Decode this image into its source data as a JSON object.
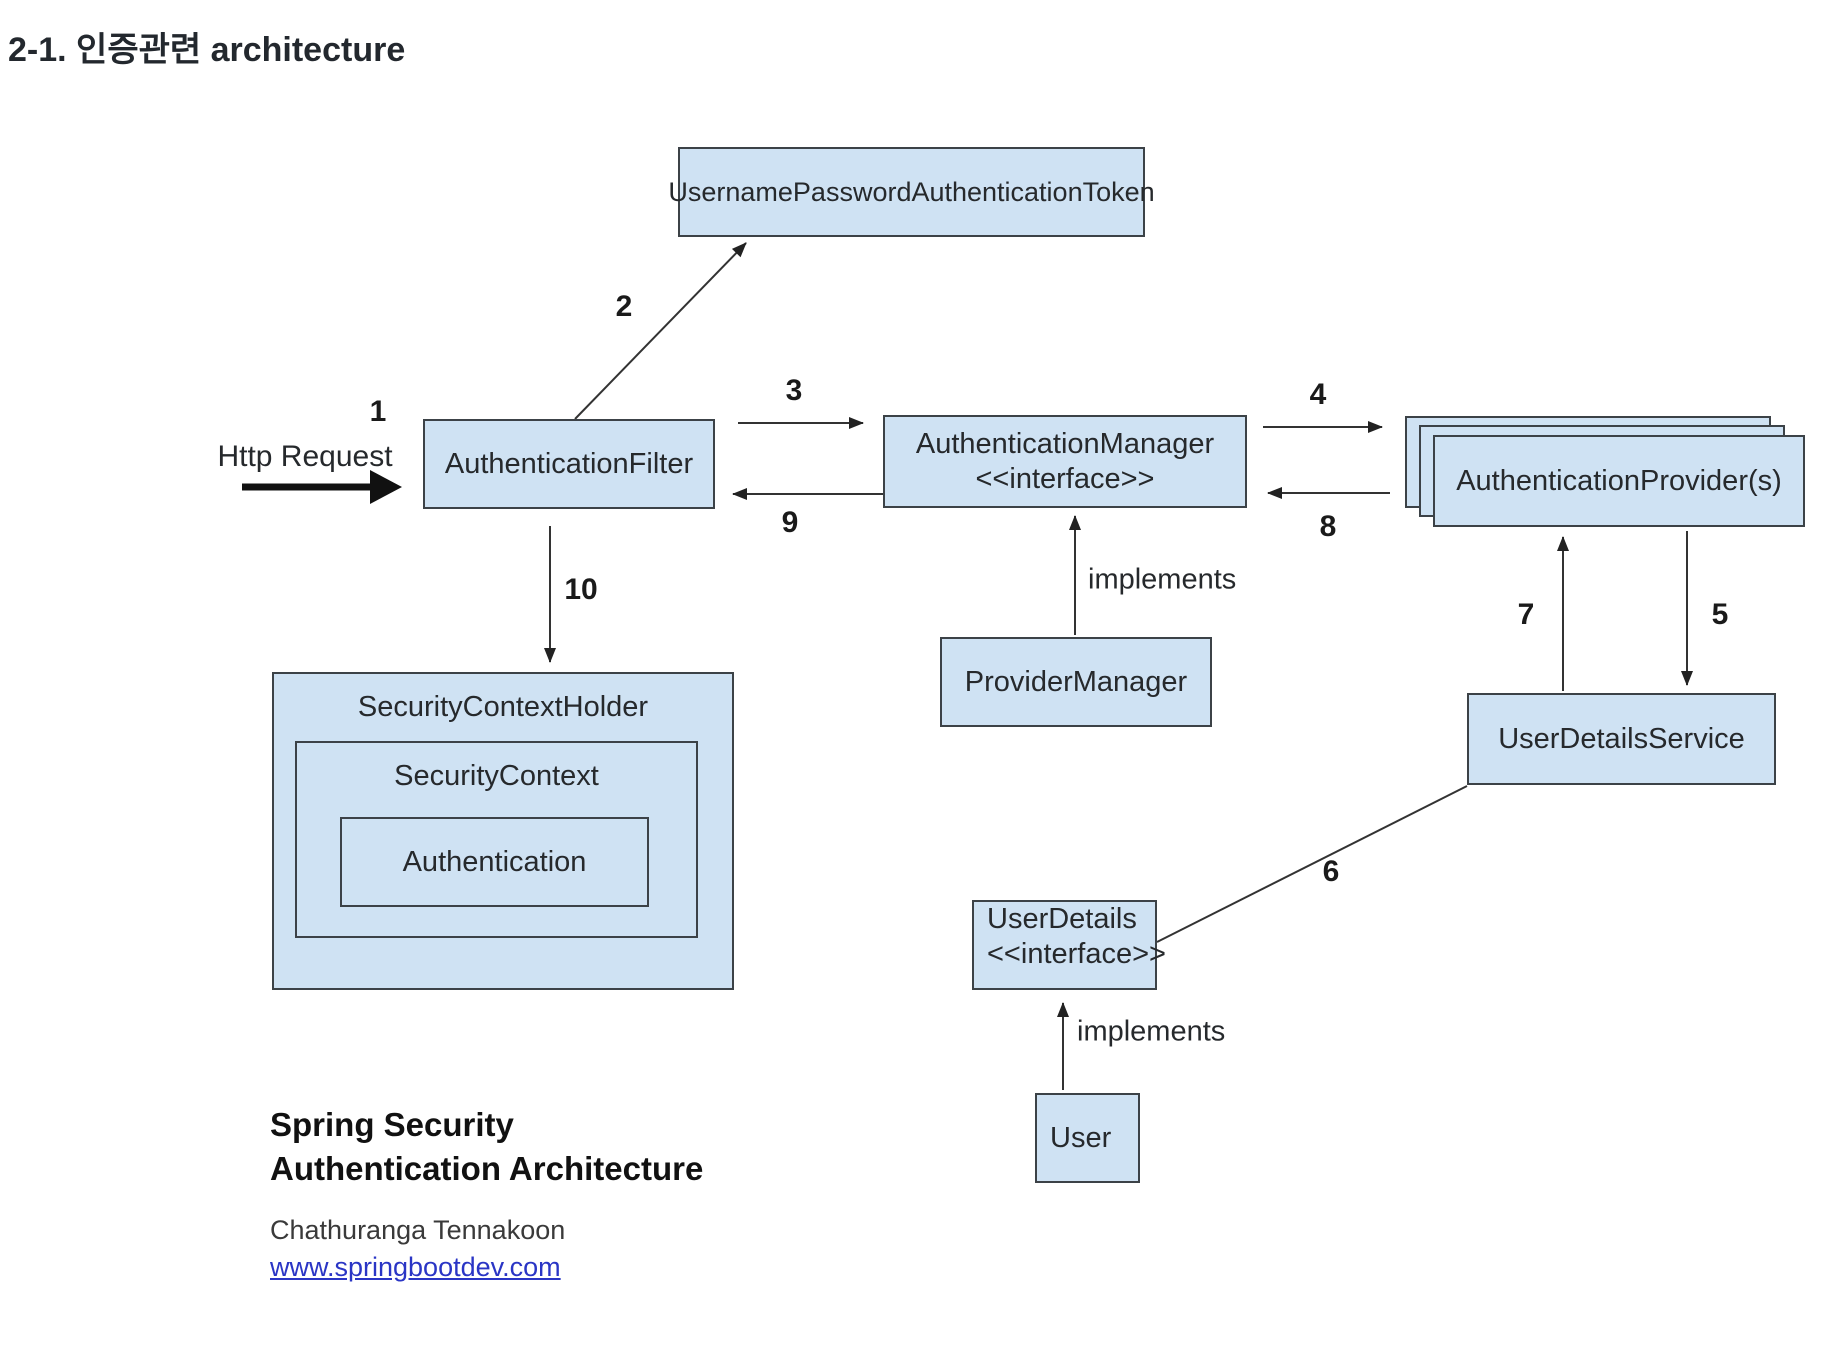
{
  "page_title": "2-1. 인증관련 architecture",
  "diagram": {
    "nodes": {
      "token": {
        "label": "UsernamePasswordAuthenticationToken"
      },
      "filter": {
        "label": "AuthenticationFilter"
      },
      "manager": {
        "line1": "AuthenticationManager",
        "line2": "<<interface>>"
      },
      "providers": {
        "label": "AuthenticationProvider(s)"
      },
      "provider_manager": {
        "label": "ProviderManager"
      },
      "security_context_holder": {
        "label": "SecurityContextHolder"
      },
      "security_context": {
        "label": "SecurityContext"
      },
      "authentication": {
        "label": "Authentication"
      },
      "user_details_service": {
        "label": "UserDetailsService"
      },
      "user_details": {
        "line1": "UserDetails",
        "line2": "<<interface>>"
      },
      "user": {
        "label": "User"
      }
    },
    "edge_labels": {
      "n1": "1",
      "n2": "2",
      "n3": "3",
      "n4": "4",
      "n5": "5",
      "n6": "6",
      "n7": "7",
      "n8": "8",
      "n9": "9",
      "n10": "10",
      "http_request": "Http Request",
      "implements_manager": "implements",
      "implements_user": "implements"
    }
  },
  "footer": {
    "title_line1": "Spring Security",
    "title_line2": "Authentication Architecture",
    "author": "Chathuranga Tennakoon",
    "link": "www.springbootdev.com"
  },
  "colors": {
    "node-fill": "#cfe2f3",
    "node-border": "#3c4247",
    "line": "#333333",
    "text": "#26292c",
    "heading": "#23282e",
    "link": "#2a35c5",
    "footer-text": "#3a3a3a"
  }
}
